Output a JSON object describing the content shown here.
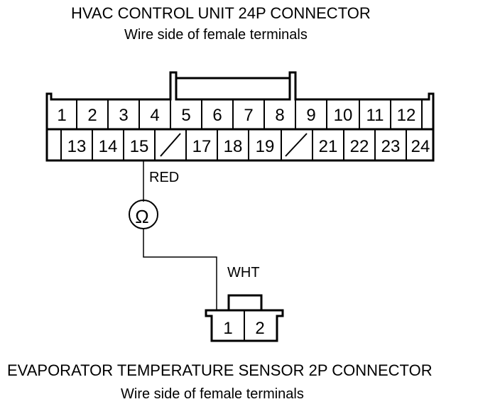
{
  "top_connector": {
    "title": "HVAC CONTROL UNIT 24P CONNECTOR",
    "subtitle": "Wire side of female terminals",
    "row1_pins": [
      "1",
      "2",
      "3",
      "4",
      "5",
      "6",
      "7",
      "8",
      "9",
      "10",
      "11",
      "12"
    ],
    "row2_pins": [
      "",
      "13",
      "14",
      "15",
      "/",
      "17",
      "18",
      "19",
      "/",
      "21",
      "22",
      "23",
      "24"
    ]
  },
  "wires": {
    "red_label": "RED",
    "wht_label": "WHT",
    "meter_symbol": "Ω"
  },
  "bottom_connector": {
    "pins": [
      "1",
      "2"
    ],
    "title": "EVAPORATOR TEMPERATURE SENSOR 2P CONNECTOR",
    "subtitle": "Wire side of female terminals"
  },
  "colors": {
    "line": "#000000",
    "background": "#ffffff"
  }
}
